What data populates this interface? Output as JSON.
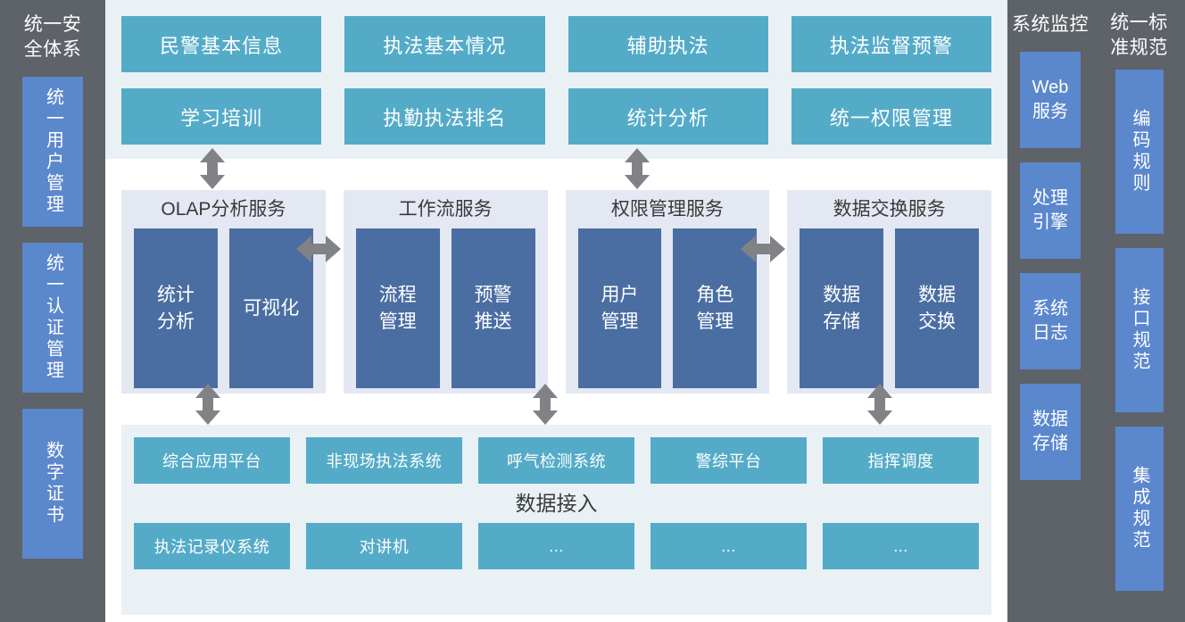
{
  "columns": {
    "security": {
      "title": "统一安全体系",
      "items": [
        {
          "label": "统一用户管理"
        },
        {
          "label": "统一认证管理"
        },
        {
          "label": "数字证书"
        }
      ]
    },
    "monitor": {
      "title": "系统监控",
      "items": [
        {
          "label": "Web\n服务"
        },
        {
          "label": "处理\n引擎"
        },
        {
          "label": "系统\n日志"
        },
        {
          "label": "数据\n存储"
        }
      ]
    },
    "standard": {
      "title": "统一标准规范",
      "items": [
        {
          "label": "编码规则"
        },
        {
          "label": "接口规范"
        },
        {
          "label": "集成规范"
        }
      ]
    }
  },
  "application_layer": {
    "boxes": [
      "民警基本信息",
      "执法基本情况",
      "辅助执法",
      "执法监督预警",
      "学习培训",
      "执勤执法排名",
      "统计分析",
      "统一权限管理"
    ]
  },
  "service_layer": {
    "panels": [
      {
        "title": "OLAP分析服务",
        "children": [
          "统计\n分析",
          "可视化"
        ]
      },
      {
        "title": "工作流服务",
        "children": [
          "流程\n管理",
          "预警\n推送"
        ]
      },
      {
        "title": "权限管理服务",
        "children": [
          "用户\n管理",
          "角色\n管理"
        ]
      },
      {
        "title": "数据交换服务",
        "children": [
          "数据\n存储",
          "数据\n交换"
        ]
      }
    ]
  },
  "data_layer": {
    "center_label": "数据接入",
    "row_top": [
      "综合应用平台",
      "非现场执法系统",
      "呼气检测系统",
      "警综平台",
      "指挥调度"
    ],
    "row_bottom": [
      "执法记录仪系统",
      "对讲机",
      "...",
      "...",
      "..."
    ]
  },
  "colors": {
    "sidebar_bg": "#5e6269",
    "sidebar_box": "#5b87cd",
    "teal_box": "#54abc8",
    "teal_panel": "#e9f1f5",
    "service_panel": "#e4e8f2",
    "service_box": "#4a6ea2",
    "arrow": "#808285"
  },
  "icons": {
    "arrow_up_down": "double-arrow-vertical-icon",
    "arrow_left_right": "double-arrow-horizontal-icon"
  }
}
